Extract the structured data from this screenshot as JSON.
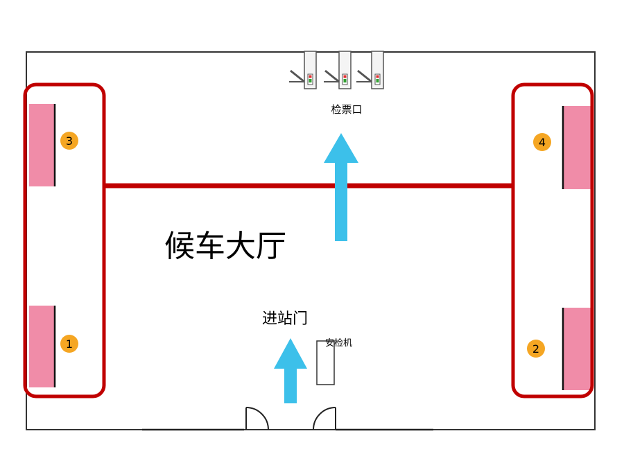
{
  "labels": {
    "ticket_gate": "检票口",
    "waiting_hall": "候车大厅",
    "entrance": "进站门",
    "security_machine": "安检机"
  },
  "benches": {
    "b1": "1",
    "b2": "2",
    "b3": "3",
    "b4": "4"
  },
  "colors": {
    "route_red": "#c00000",
    "bench_pink": "#f08ca8",
    "arrow_blue": "#3cc0ea",
    "badge_orange": "#f5a623",
    "wall": "#333333"
  }
}
